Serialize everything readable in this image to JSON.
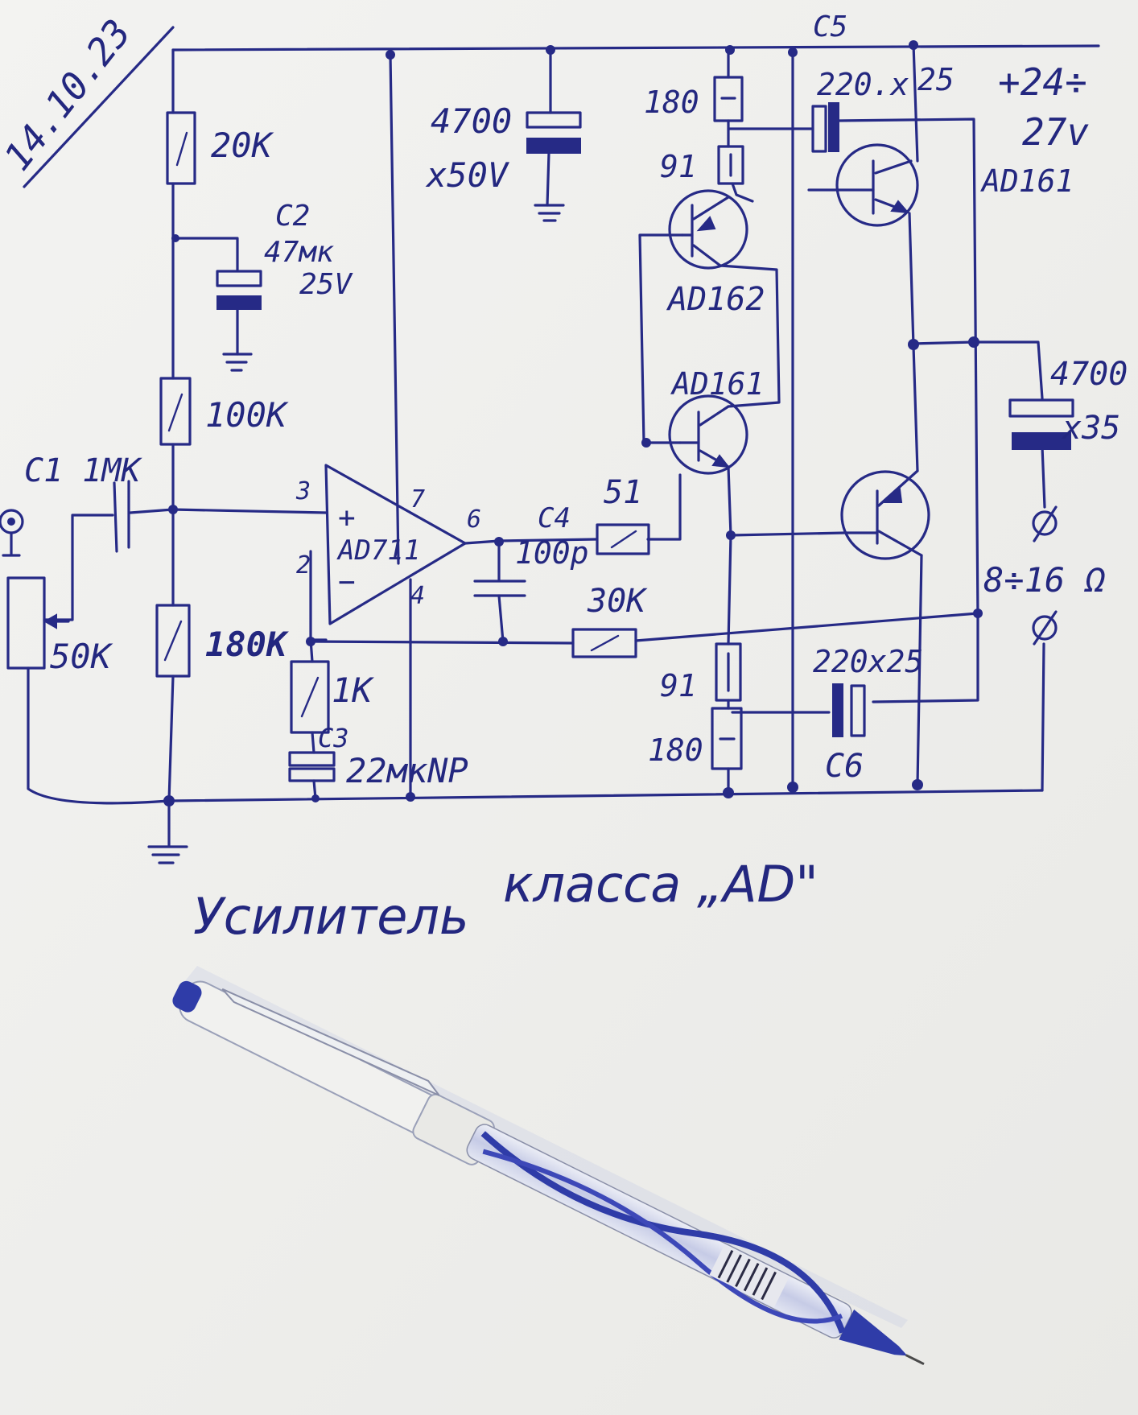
{
  "date": "14.10.23",
  "caption": {
    "word1": "Усилитель",
    "word2": "класса „AD\""
  },
  "supply": {
    "label": "+24÷\n27v",
    "line1": "+24÷",
    "line2": "27v"
  },
  "components": {
    "r_20k": "20K",
    "c2_ref": "C2",
    "c2_value": "47мк",
    "c2_voltage": "25V",
    "r_100k": "100K",
    "c1_label": "C1 1MK",
    "pot_50k": "50K",
    "r_180k": "180K",
    "r_1k": "1K",
    "c3_ref": "C3",
    "c3_value": "22мкNP",
    "opamp": "AD711",
    "pin_3": "3",
    "pin_2": "2",
    "pin_7": "7",
    "pin_4": "4",
    "pin_6": "6",
    "plus_sign": "+",
    "minus_sign": "−",
    "c4_ref": "C4",
    "c4_value": "100p",
    "r_51": "51",
    "r_30k": "30K",
    "c_bulk_top": "4700",
    "c_bulk_top_v": "x50V",
    "r_180_top": "180",
    "r_91_top": "91",
    "c5_ref": "C5",
    "c5_value": "220.x",
    "c5_value2": "25",
    "q_ad161_top": "AD161",
    "q_ad162": "AD162",
    "q_ad161_mid": "AD161",
    "r_91_bot": "91",
    "r_180_bot": "180",
    "c6_value": "220x25",
    "c6_ref": "C6",
    "c_out": "4700",
    "c_out_v": "x35",
    "load": "8÷16 Ω",
    "terminal": "Ø"
  }
}
